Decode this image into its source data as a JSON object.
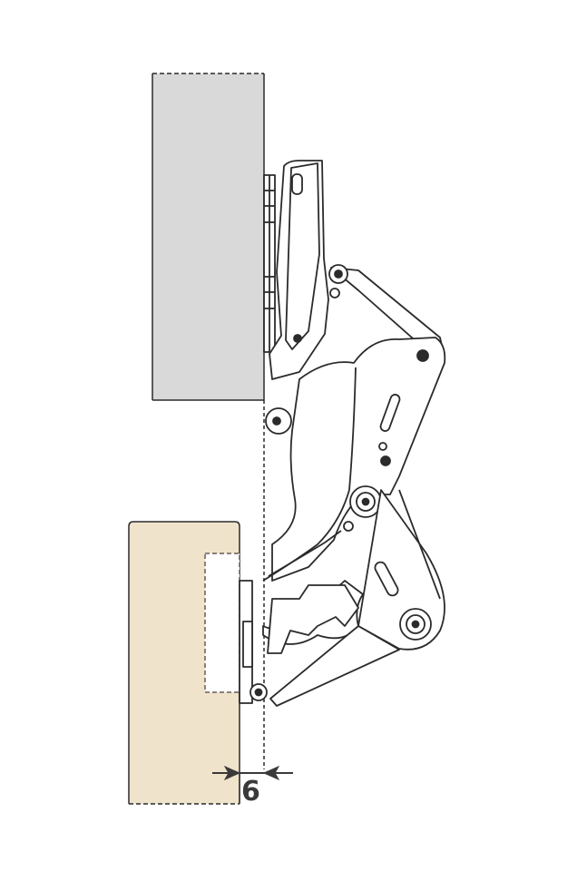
{
  "diagram": {
    "type": "concealed hinge side view (overlay position)",
    "colors": {
      "cabinet_side_fill": "#d9d9d9",
      "door_fill": "#efe3cc",
      "outline": "#2b2b2b",
      "dimension": "#3a3a3a"
    },
    "parts": [
      {
        "name": "cabinet-side-panel",
        "label": "Cabinet side (grey)"
      },
      {
        "name": "door-panel",
        "label": "Door (beige)"
      },
      {
        "name": "hinge-mechanism",
        "label": "Hinge arm and linkage"
      },
      {
        "name": "hinge-cup-recess",
        "label": "Cup recess (dashed)"
      },
      {
        "name": "reference-line",
        "label": "Dashed reference line"
      }
    ],
    "dimension": {
      "value": "6",
      "unit": "mm (implied)",
      "description": "Gap between door edge and reference line"
    }
  }
}
